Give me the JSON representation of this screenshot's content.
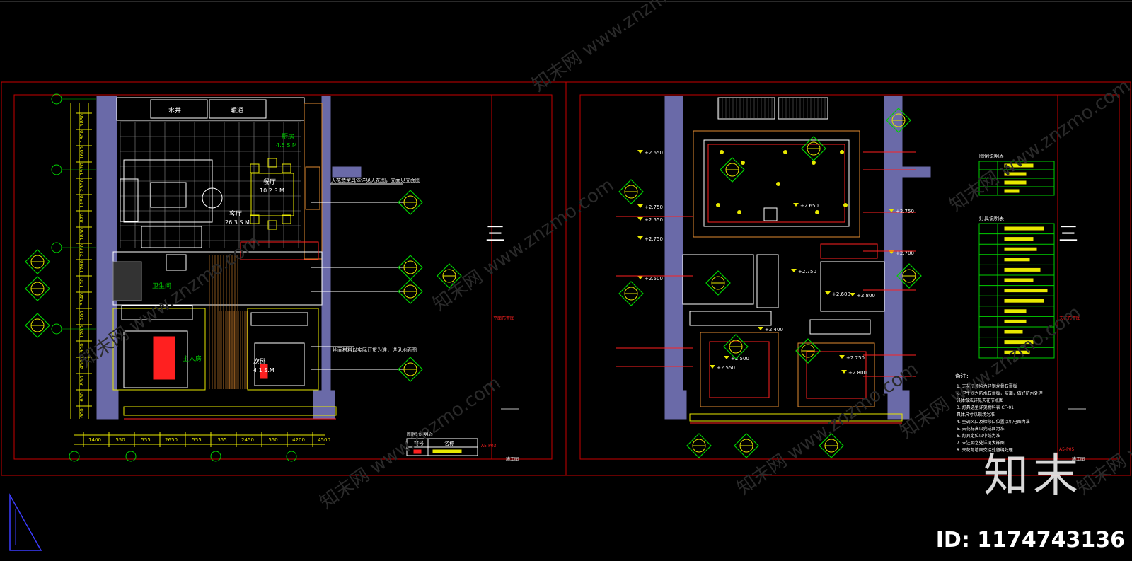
{
  "colors": {
    "background": "#000000",
    "frame": "#c80000",
    "wall": "#6a6aa8",
    "line_yellow": "#e8e800",
    "line_white": "#ffffff",
    "line_green": "#00d000",
    "line_red": "#ff2020",
    "line_orange": "#e08a30",
    "dim": "#e8e800",
    "tile": "#8a8a8a"
  },
  "icons": {
    "ucs": "ucs-triangle-icon",
    "marker": "elevation-marker-icon"
  },
  "left_sheet": {
    "room_labels": [
      {
        "text": "水井"
      },
      {
        "text": "暖通"
      },
      {
        "text": "厨房"
      },
      {
        "text": "4.5 S.M"
      },
      {
        "text": "餐厅"
      },
      {
        "text": "10.2 S.M"
      },
      {
        "text": "客厅"
      },
      {
        "text": "26.3 S.M"
      },
      {
        "text": "卫生间"
      },
      {
        "text": "主人房"
      },
      {
        "text": "次卧"
      },
      {
        "text": "4.1 S.M"
      }
    ],
    "notes": [
      {
        "text": "天花造型具体详见天花图，立面见立面图"
      },
      {
        "text": "地面材料以实际订货为准，详见地面图"
      }
    ],
    "dimensions_left": [
      "3830",
      "1800",
      "1600",
      "1920",
      "2550",
      "1190",
      "870",
      "1850",
      "2160",
      "1760",
      "100",
      "3340",
      "200",
      "1200",
      "900",
      "450",
      "850",
      "650",
      "600"
    ],
    "dimensions_bottom": [
      "1400",
      "550",
      "555",
      "2650",
      "555",
      "355",
      "2450",
      "550",
      "4200",
      "4500"
    ],
    "legend": {
      "title": "图例 说明表",
      "col1": "符号",
      "col2": "名称"
    },
    "stamp": "三",
    "sheet_code": "A5-P03",
    "sheet_name": "平面布置图",
    "scale": "施工图"
  },
  "right_sheet": {
    "levels": [
      "+2.650",
      "+2.750",
      "+2.550",
      "+2.750",
      "+2.500",
      "+2.400",
      "+2.600",
      "+2.750",
      "+2.650",
      "+2.750",
      "+2.700",
      "+2.800",
      "+2.750",
      "+2.550",
      "+2.500",
      "+2.800"
    ],
    "legend1_title": "图例说明表",
    "legend2_title": "灯具说明表",
    "notes_title": "备注:",
    "notes": [
      "1. 天花吊顶均为轻钢龙骨石膏板",
      "2. 卫生间为防水石膏板，防潮，做好防水处理",
      "   具体做法详见天花节点图",
      "3. 灯具选型详见物料表 CF-01",
      "   具体尺寸以现场为准",
      "4. 空调风口及检修口位置以机电图为准",
      "5. 天花标高以完成面为准",
      "6. 灯具定位以中线为准",
      "7. 未注明之处详见大样图",
      "8. 天花与墙面交接处留缝处理"
    ],
    "stamp": "三",
    "sheet_code": "A5-P05",
    "sheet_name": "天花布置图",
    "scale": "施工图"
  },
  "watermark": {
    "brand": "知末",
    "id": "ID: 1174743136",
    "site": "知末网 www.znzmo.com"
  }
}
